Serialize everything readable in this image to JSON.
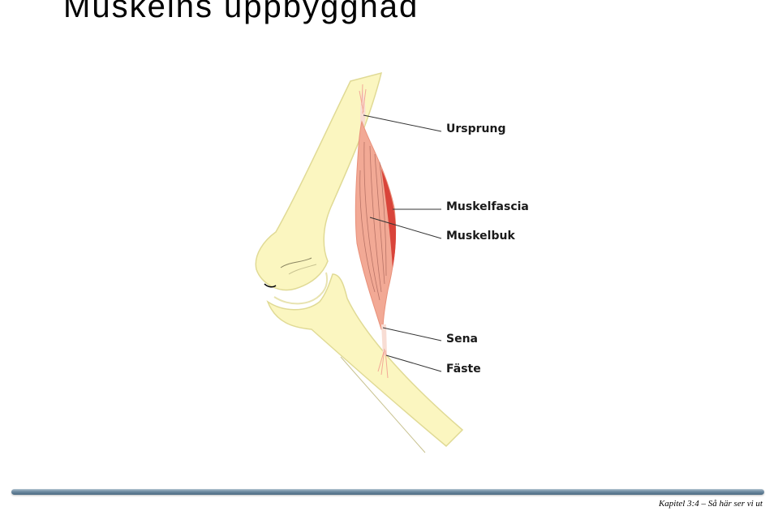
{
  "title": "Muskelns uppbyggnad",
  "labels": {
    "ursprung": "Ursprung",
    "muskelfascia": "Muskelfascia",
    "muskelbuk": "Muskelbuk",
    "sena": "Sena",
    "faste": "Fäste"
  },
  "footer": "Kapitel 3:4 – Så här ser vi ut",
  "colors": {
    "bone": "#fbf6c0",
    "bone_outline": "#e0da95",
    "muscle": "#f2a995",
    "fascia": "#d9443a",
    "tendon": "#f8ddd4"
  }
}
